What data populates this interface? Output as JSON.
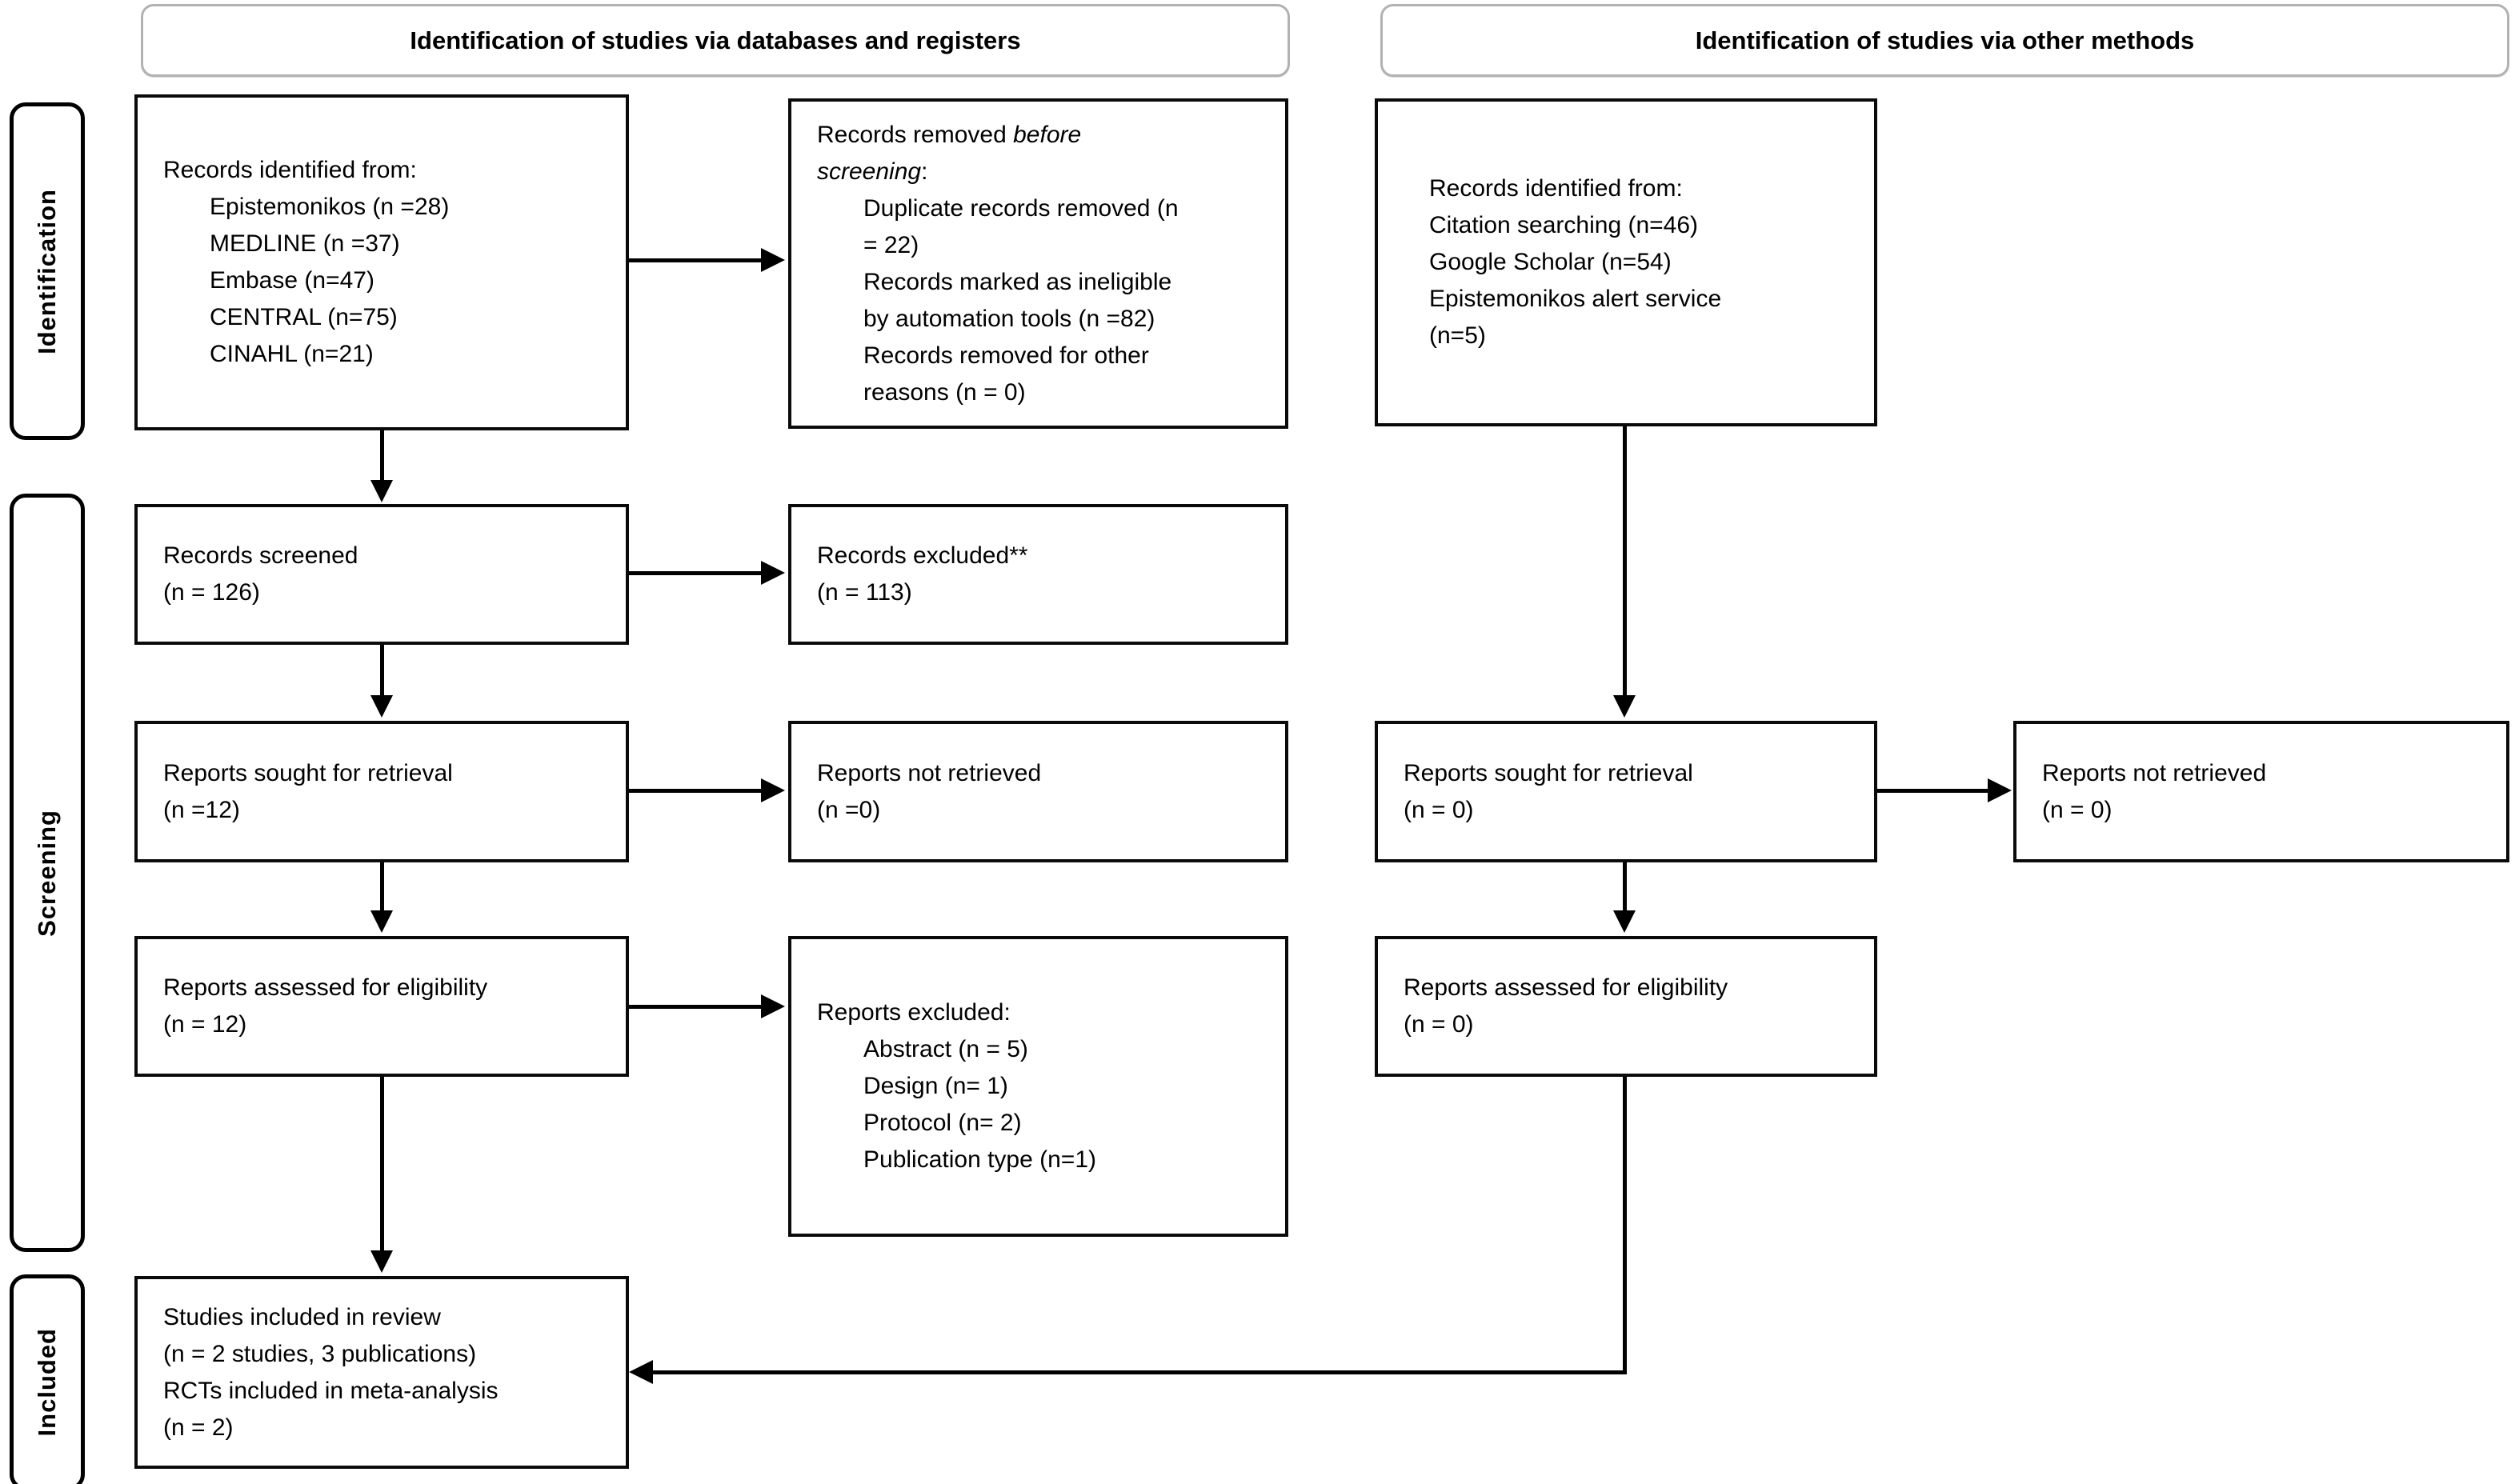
{
  "headers": {
    "databases": "Identification of studies via databases and registers",
    "other": "Identification of studies via other methods"
  },
  "stages": {
    "identification": "Identification",
    "screening": "Screening",
    "included": "Included"
  },
  "boxes": {
    "records_identified_db": {
      "head": "Records identified from:",
      "items": [
        "Epistemonikos (n =28)",
        "MEDLINE (n =37)",
        "Embase (n=47)",
        "CENTRAL (n=75)",
        "CINAHL (n=21)"
      ]
    },
    "records_removed": {
      "head_prefix": "Records removed ",
      "head_italic_1": "before",
      "head_italic_2": "screening",
      "head_suffix": ":",
      "items": [
        "Duplicate records removed (n",
        "= 22)",
        "Records marked as ineligible",
        "by automation tools (n =82)",
        "Records removed for other",
        "reasons (n = 0)"
      ]
    },
    "records_identified_other": {
      "lines": [
        "Records identified from:",
        "Citation searching (n=46)",
        "Google Scholar (n=54)",
        "Epistemonikos alert service",
        "(n=5)"
      ]
    },
    "records_screened": {
      "lines": [
        "Records screened",
        "(n = 126)"
      ]
    },
    "records_excluded": {
      "lines": [
        "Records excluded**",
        "(n = 113)"
      ]
    },
    "reports_sought_db": {
      "lines": [
        "Reports sought for retrieval",
        "(n =12)"
      ]
    },
    "reports_not_retrieved_db": {
      "lines": [
        "Reports not retrieved",
        "(n =0)"
      ]
    },
    "reports_sought_other": {
      "lines": [
        "Reports sought for retrieval",
        "(n = 0)"
      ]
    },
    "reports_not_retrieved_other": {
      "lines": [
        "Reports not retrieved",
        "(n = 0)"
      ]
    },
    "reports_assessed_db": {
      "lines": [
        "Reports assessed for eligibility",
        "(n = 12)"
      ]
    },
    "reports_excluded": {
      "head": "Reports excluded:",
      "items": [
        "Abstract (n = 5)",
        "Design (n= 1)",
        "Protocol (n= 2)",
        "Publication type (n=1)"
      ]
    },
    "reports_assessed_other": {
      "lines": [
        "Reports assessed for eligibility",
        "(n = 0)"
      ]
    },
    "studies_included": {
      "lines": [
        "Studies included in review",
        "(n = 2 studies, 3 publications)",
        "RCTs included in meta-analysis",
        "(n = 2)"
      ]
    }
  },
  "colors": {
    "box_border": "#0a0a0a",
    "header_border": "#b2b2b2",
    "text": "#000000",
    "background": "#ffffff"
  }
}
